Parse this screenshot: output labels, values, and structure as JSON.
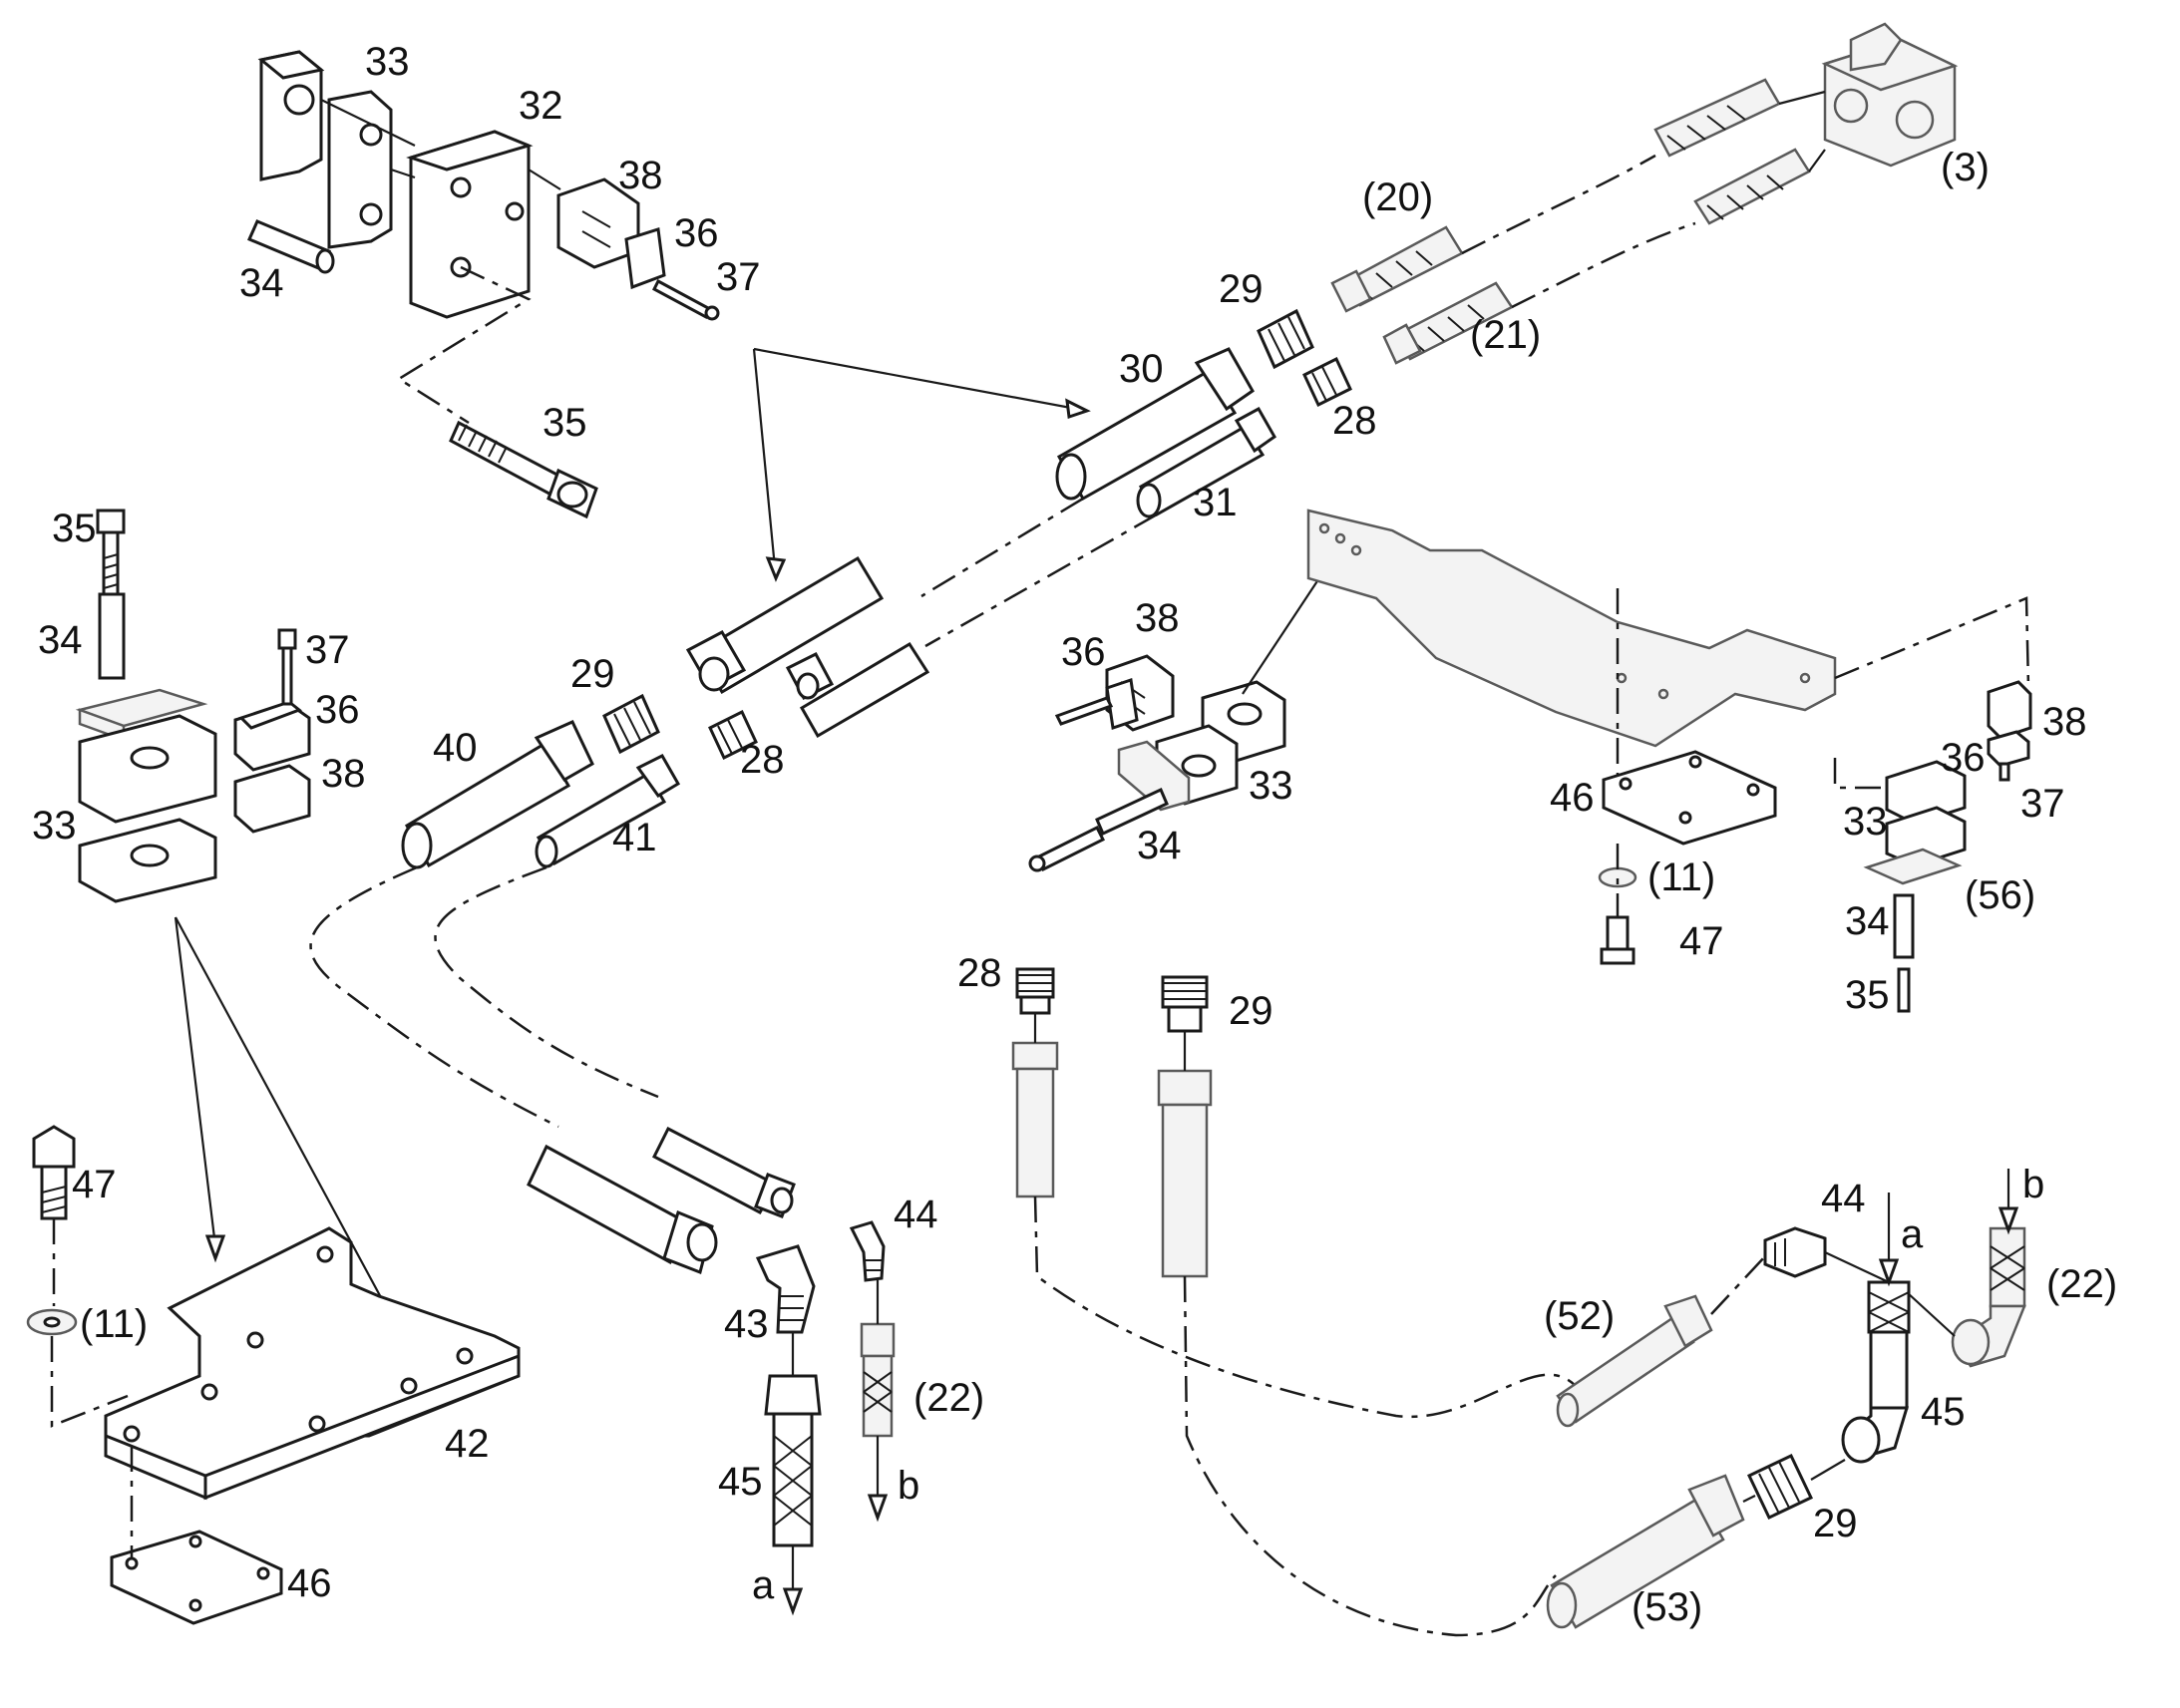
{
  "diagram": {
    "labels": {
      "l33_top": "33",
      "l32": "32",
      "l38_top": "38",
      "l36_top": "36",
      "l37_top": "37",
      "l34_top": "34",
      "l35_top": "35",
      "l20": "(20)",
      "l3": "(3)",
      "l29_top": "29",
      "l30": "30",
      "l21": "(21)",
      "l28_top": "28",
      "l31": "31",
      "l35_left": "35",
      "l34_left": "34",
      "l37_left": "37",
      "l36_left": "36",
      "l38_left": "38",
      "l33_left": "33",
      "l29_mid": "29",
      "l40": "40",
      "l28_mid": "28",
      "l41": "41",
      "l38_center": "38",
      "l36_center": "36",
      "l33_center": "33",
      "l34_center": "34",
      "l46_right": "46",
      "l11_right": "(11)",
      "l47_right": "47",
      "l38_right": "38",
      "l36_right": "36",
      "l37_right": "37",
      "l33_right": "33",
      "l56": "(56)",
      "l34_right": "34",
      "l35_right": "35",
      "l28_lower": "28",
      "l29_lower": "29",
      "l47_left": "47",
      "l11_left": "(11)",
      "l42": "42",
      "l46_left": "46",
      "l44_mid": "44",
      "l43": "43",
      "l22_mid": "(22)",
      "l45_mid": "45",
      "a_mid": "a",
      "b_mid": "b",
      "l44_right": "44",
      "a_right": "a",
      "b_right": "b",
      "l22_right": "(22)",
      "l52": "(52)",
      "l45_right": "45",
      "l29_right": "29",
      "l53": "(53)"
    }
  }
}
